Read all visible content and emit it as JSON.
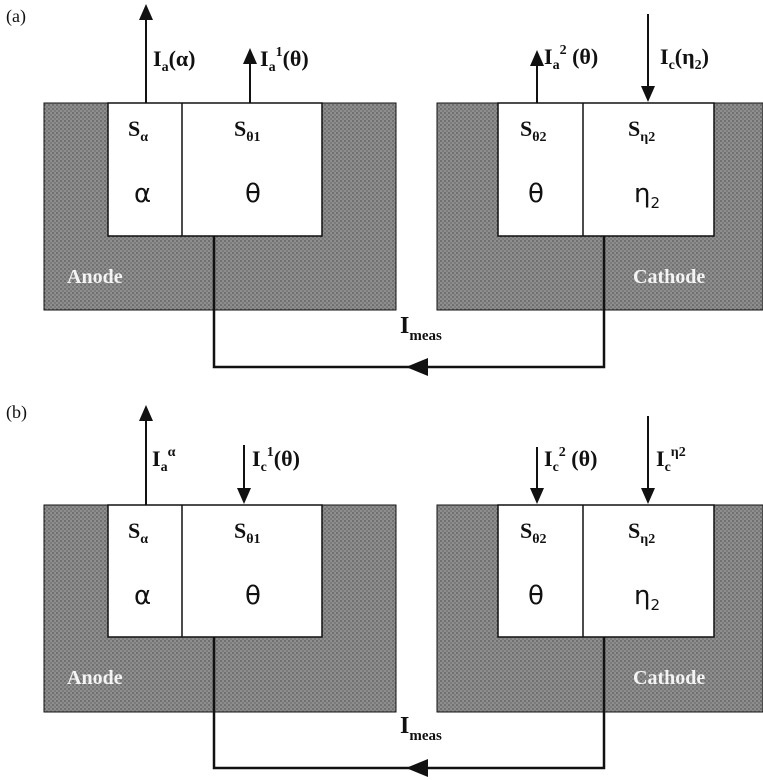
{
  "panel_a": {
    "label": "(a)",
    "anode": {
      "label": "Anode",
      "cells": [
        {
          "site": "S",
          "site_sub": "α",
          "phase": "α"
        },
        {
          "site": "S",
          "site_sub": "θ1",
          "phase": "θ"
        }
      ]
    },
    "cathode": {
      "label": "Cathode",
      "cells": [
        {
          "site": "S",
          "site_sub": "θ2",
          "phase": "θ"
        },
        {
          "site": "S",
          "site_sub": "η2",
          "phase": "η",
          "phase_sub": "2"
        }
      ]
    },
    "currents": {
      "anode_alpha": {
        "main": "I",
        "sub": "a",
        "tail": "(α)",
        "direction": "up"
      },
      "anode_theta": {
        "main": "I",
        "sub": "a",
        "sup": "1",
        "tail": "(θ)",
        "direction": "up"
      },
      "cathode_theta": {
        "main": "I",
        "sub": "a",
        "sup": "2",
        "tail": " (θ)",
        "direction": "up"
      },
      "cathode_eta": {
        "main": "I",
        "sub": "c",
        "tail": "(η",
        "tail_sub": "2",
        "tail_end": ")",
        "direction": "down"
      }
    },
    "measured": {
      "main": "I",
      "sub": "meas"
    }
  },
  "panel_b": {
    "label": "(b)",
    "anode": {
      "label": "Anode",
      "cells": [
        {
          "site": "S",
          "site_sub": "α",
          "phase": "α"
        },
        {
          "site": "S",
          "site_sub": "θ1",
          "phase": "θ"
        }
      ]
    },
    "cathode": {
      "label": "Cathode",
      "cells": [
        {
          "site": "S",
          "site_sub": "θ2",
          "phase": "θ"
        },
        {
          "site": "S",
          "site_sub": "η2",
          "phase": "η",
          "phase_sub": "2"
        }
      ]
    },
    "currents": {
      "anode_alpha": {
        "main": "I",
        "sub": "a",
        "sup": "α",
        "direction": "up"
      },
      "anode_theta": {
        "main": "I",
        "sub": "c",
        "sup": "1",
        "tail": "(θ)",
        "direction": "down"
      },
      "cathode_theta": {
        "main": "I",
        "sub": "c",
        "sup": "2",
        "tail": " (θ)",
        "direction": "down"
      },
      "cathode_eta": {
        "main": "I",
        "sub": "c",
        "sup": "η2",
        "direction": "down"
      }
    },
    "measured": {
      "main": "I",
      "sub": "meas"
    }
  },
  "colors": {
    "electrode_fill": "#8e8e8e",
    "electrode_dot": "#5a5a5a",
    "line": "#111111",
    "cell_fill": "#ffffff"
  }
}
